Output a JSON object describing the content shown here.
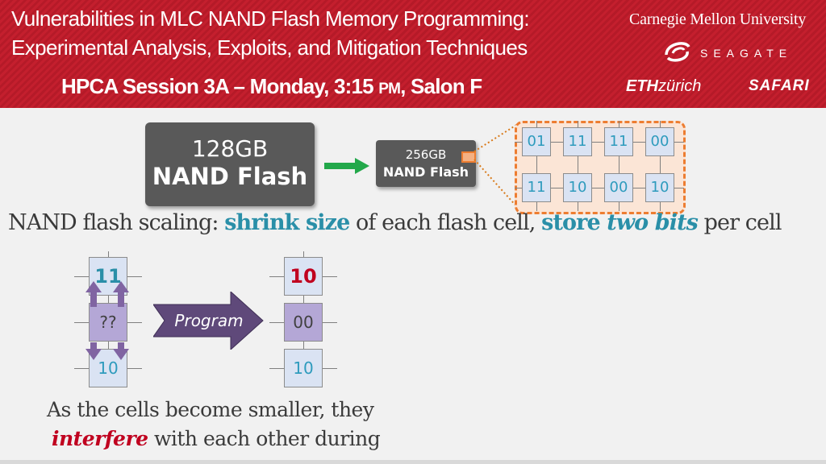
{
  "header": {
    "title_line1": "Vulnerabilities in MLC NAND Flash Memory Programming:",
    "title_line2": "Experimental Analysis, Exploits, and Mitigation Techniques",
    "session_prefix": "HPCA Session 3A – Monday, 3:15 ",
    "session_pm": "PM",
    "session_suffix": ", Salon F",
    "logos": {
      "cmu": "Carnegie Mellon University",
      "seagate": "SEAGATE",
      "eth_bold": "ETH",
      "eth_rest": "zürich",
      "safari": "SAFARI"
    }
  },
  "chips": {
    "big_line1": "128GB",
    "big_line2": "NAND Flash",
    "small_line1": "256GB",
    "small_line2": "NAND Flash"
  },
  "array_cells": [
    "01",
    "11",
    "11",
    "00",
    "11",
    "10",
    "00",
    "10"
  ],
  "sentence": {
    "p1": "NAND flash scaling: ",
    "hl1": "shrink size",
    "p2": " of each flash cell, ",
    "hl2a": "store ",
    "hl2b": "two bits",
    "p3": " per cell"
  },
  "program_diagram": {
    "before_top": "11",
    "before_mid": "??",
    "before_bot": "10",
    "arrow_label": "Program",
    "after_top": "10",
    "after_mid": "00",
    "after_bot": "10"
  },
  "caption": {
    "line1": "As the cells become smaller, they",
    "interfere": "interfere",
    "line2_rest": " with each other during"
  },
  "colors": {
    "header_red": "#c41f2e",
    "accent_teal": "#2a8fa8",
    "interfere_red": "#c0001f",
    "cell_blue": "#dae3f3",
    "orange": "#ed7d31",
    "purple": "#b4a7d6",
    "green_arrow": "#22a84a"
  }
}
